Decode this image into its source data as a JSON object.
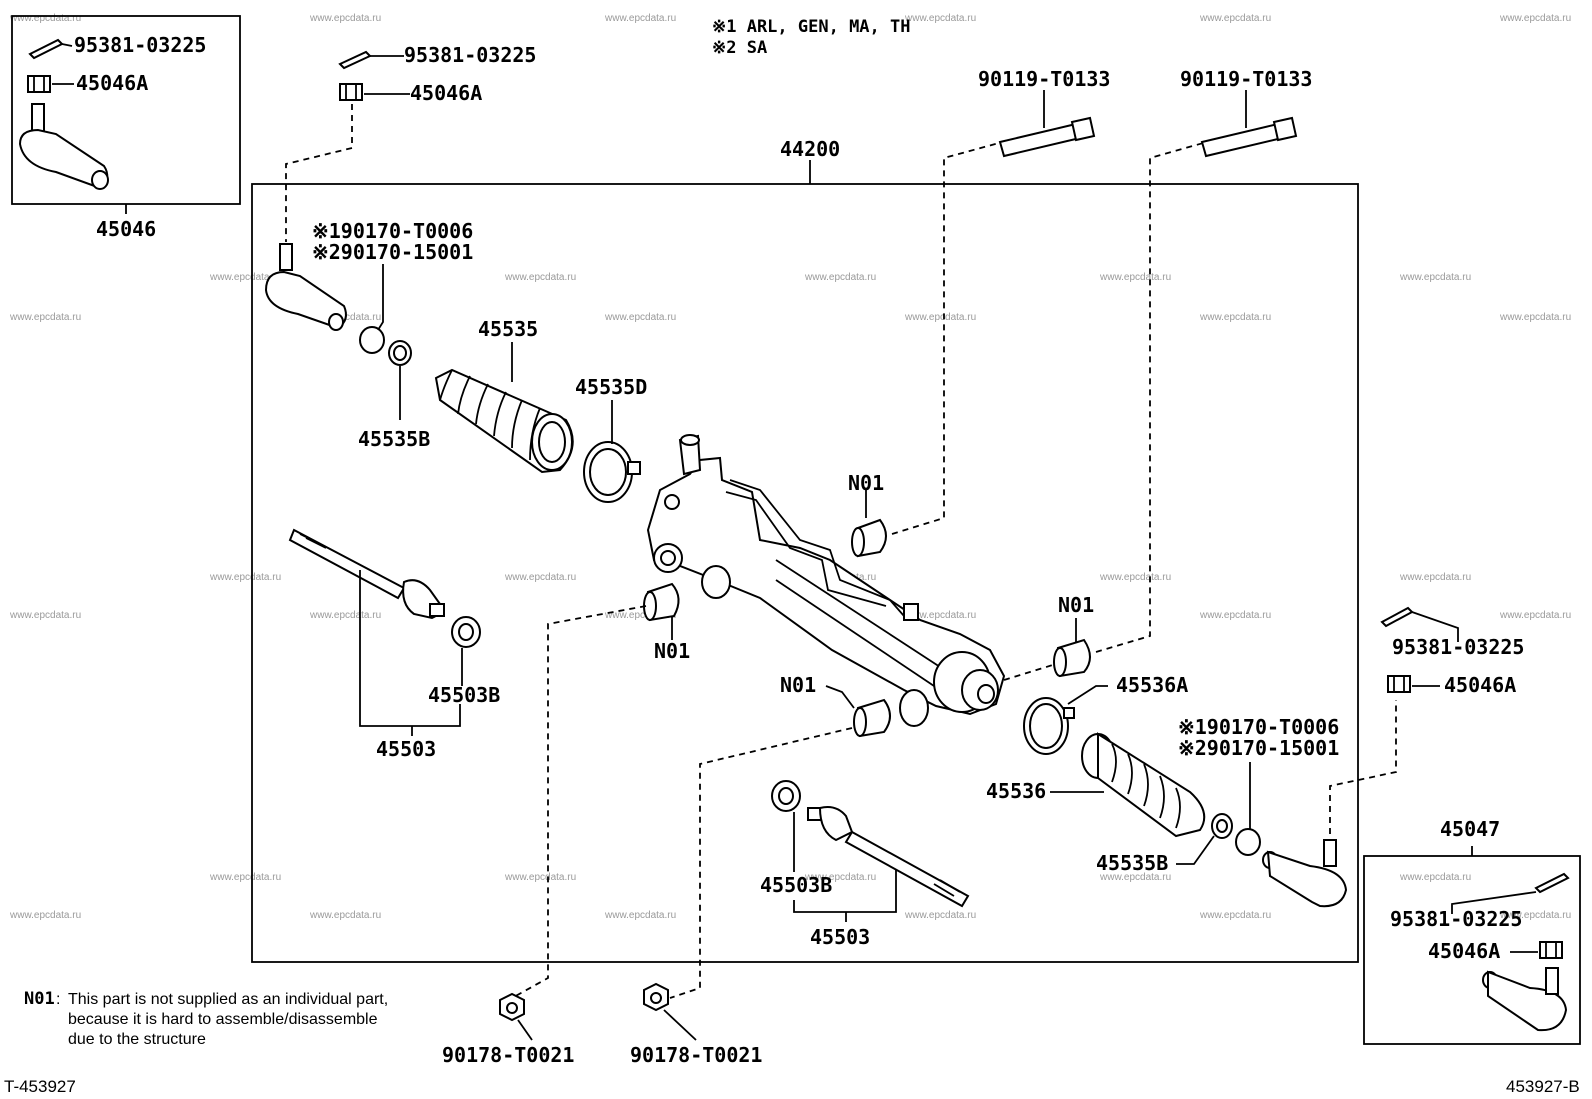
{
  "legend": {
    "note1": "※1 ARL, GEN, MA, TH",
    "note2": "※2 SA"
  },
  "labels": {
    "cotter_pin_tl": "95381-03225",
    "nut_tl": "45046A",
    "tie_rod_end_lh_box": "45046",
    "cotter_pin_top": "95381-03225",
    "nut_top": "45046A",
    "gear_assy": "44200",
    "bolt_left": "90119-T0133",
    "bolt_right": "90119-T0133",
    "nut1_left": "※190170-T0006",
    "nut2_left": "※290170-15001",
    "boot_left": "45535",
    "clip_left": "45535B",
    "clamp_left": "45535D",
    "n01_upper": "N01",
    "n01_mid": "N01",
    "n01_right": "N01",
    "n01_lower": "N01",
    "rack_end_left": "45503",
    "washer_left": "45503B",
    "boot_clamp_right": "45536A",
    "nut1_right": "※190170-T0006",
    "nut2_right": "※290170-15001",
    "boot_right": "45536",
    "clip_right": "45535B",
    "washer_right": "45503B",
    "rack_end_right": "45503",
    "cotter_pin_right": "95381-03225",
    "nut_right": "45046A",
    "tie_rod_end_rh_box": "45047",
    "cotter_pin_br": "95381-03225",
    "nut_br": "45046A",
    "nut_bottom_left": "90178-T0021",
    "nut_bottom_mid": "90178-T0021"
  },
  "footnote": {
    "code": "N01",
    "line1": "This part is not supplied as an individual part,",
    "line2": "because it is hard to assemble/disassemble",
    "line3": "due to the structure"
  },
  "ref_left": "T-453927",
  "ref_right": "453927-B",
  "watermark": "www.epcdata.ru"
}
